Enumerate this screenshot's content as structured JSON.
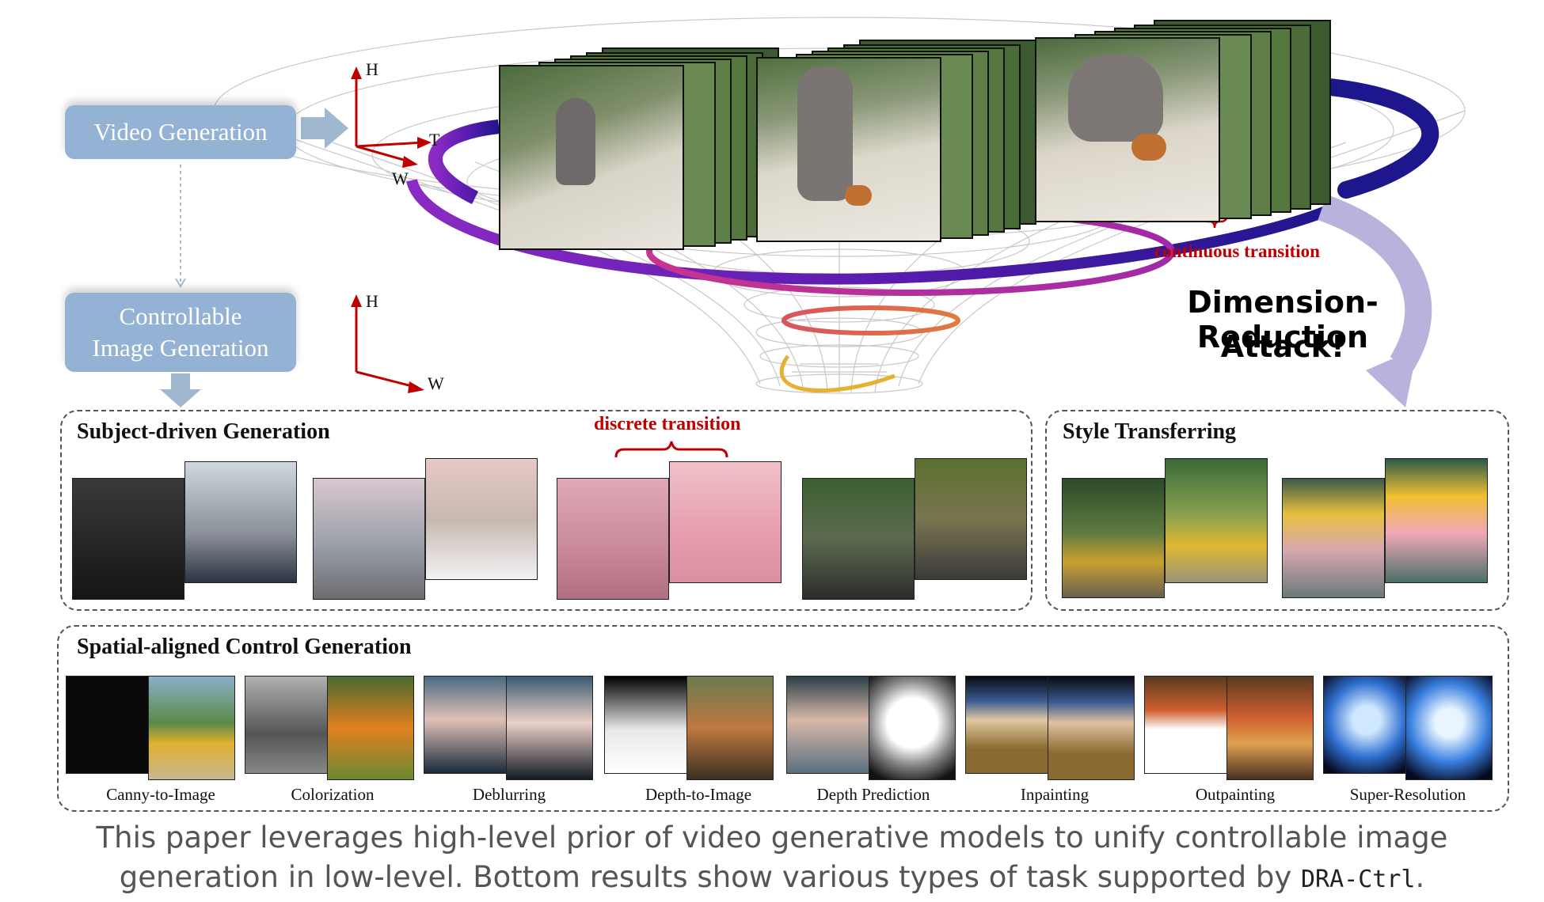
{
  "boxes": {
    "video_generation": "Video Generation",
    "controllable_line1": "Controllable",
    "controllable_line2": "Image Generation"
  },
  "axes_top": {
    "h": "H",
    "t": "T",
    "w": "W"
  },
  "axes_bottom": {
    "h": "H",
    "w": "W"
  },
  "labels": {
    "continuous_transition": "continuous transition",
    "discrete_transition": "discrete transition",
    "attack_line1": "Dimension-Reduction",
    "attack_line2": "Attack!"
  },
  "panels": {
    "subject": "Subject-driven Generation",
    "style": "Style Transferring",
    "spatial": "Spatial-aligned Control Generation"
  },
  "tasks": [
    "Canny-to-Image",
    "Colorization",
    "Deblurring",
    "Depth-to-Image",
    "Depth Prediction",
    "Inpainting",
    "Outpainting",
    "Super-Resolution"
  ],
  "caption": {
    "line1": "This paper leverages high-level prior of video generative models to unify controllable image",
    "line2_prefix": "generation in low-level. Bottom results show various types of task supported by ",
    "code": "DRA-Ctrl",
    "suffix": "."
  },
  "colors": {
    "box_blue": "#93b2d4",
    "red_label": "#c00000",
    "ring_purple": "#7a1fb0",
    "ring_navy": "#1e168c",
    "ring_magenta": "#b0309a",
    "ring_orange": "#e07a40",
    "ring_yellow": "#e8b030",
    "attack_arrow": "#b7b3dc"
  }
}
